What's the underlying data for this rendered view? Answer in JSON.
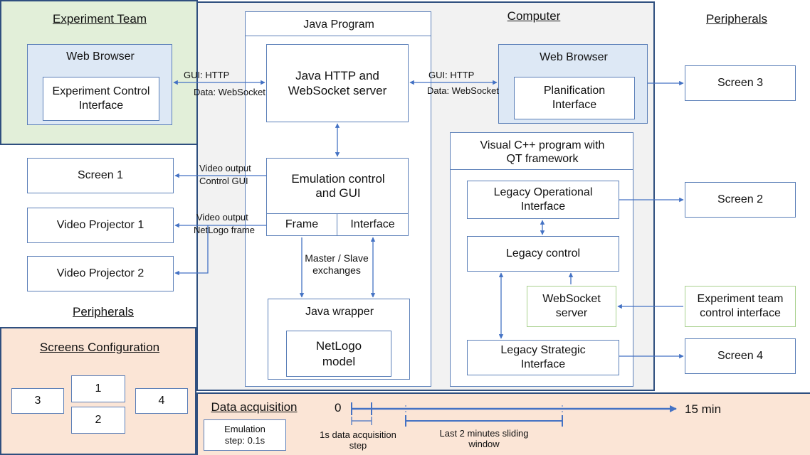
{
  "regions": {
    "experiment_team": "Experiment Team",
    "computer": "Computer",
    "peripherals_right": "Peripherals",
    "peripherals_left": "Peripherals",
    "screens_configuration": "Screens Configuration",
    "data_acquisition": "Data acquisition"
  },
  "boxes": {
    "web_browser_left": "Web Browser",
    "experiment_control_interface": "Experiment Control Interface",
    "java_program": "Java Program",
    "java_http_server": "Java HTTP and WebSocket server",
    "web_browser_right": "Web Browser",
    "planification_interface": "Planification Interface",
    "visual_cpp_program": "Visual C++ program with QT framework",
    "emulation_control": "Emulation control and GUI",
    "frame": "Frame",
    "interface": "Interface",
    "java_wrapper": "Java wrapper",
    "netlogo_model": "NetLogo model",
    "legacy_operational": "Legacy Operational Interface",
    "legacy_control": "Legacy control",
    "websocket_server": "WebSocket server",
    "legacy_strategic": "Legacy Strategic Interface",
    "screen_1": "Screen 1",
    "video_projector_1": "Video Projector 1",
    "video_projector_2": "Video Projector 2",
    "screen_2": "Screen 2",
    "screen_3": "Screen 3",
    "screen_4": "Screen 4",
    "experiment_team_control": "Experiment team control interface"
  },
  "labels": {
    "gui_http_left": "GUI: HTTP",
    "data_websocket_left": "Data: WebSocket",
    "gui_http_right": "GUI: HTTP",
    "data_websocket_right": "Data: WebSocket",
    "video_output_1": "Video output",
    "control_gui": "Control GUI",
    "video_output_2": "Video output",
    "netlogo_frame": "NetLogo frame",
    "master_slave": "Master / Slave exchanges"
  },
  "screens_config": [
    "1",
    "2",
    "3",
    "4"
  ],
  "data_acquisition": {
    "emulation_step": "Emulation step: 0.1s",
    "timeline_start": "0",
    "timeline_end": "15 min",
    "step_label": "1s data acquisition step",
    "window_label": "Last 2 minutes sliding window"
  },
  "colors": {
    "line": "#4472c4",
    "box_border": "#5b7fb8",
    "green_bg": "#e2efd9",
    "blue_bg": "#dde8f5",
    "salmon_bg": "#fbe5d6",
    "gray_bg": "#f2f2f2",
    "green_border": "#a9d18e"
  }
}
